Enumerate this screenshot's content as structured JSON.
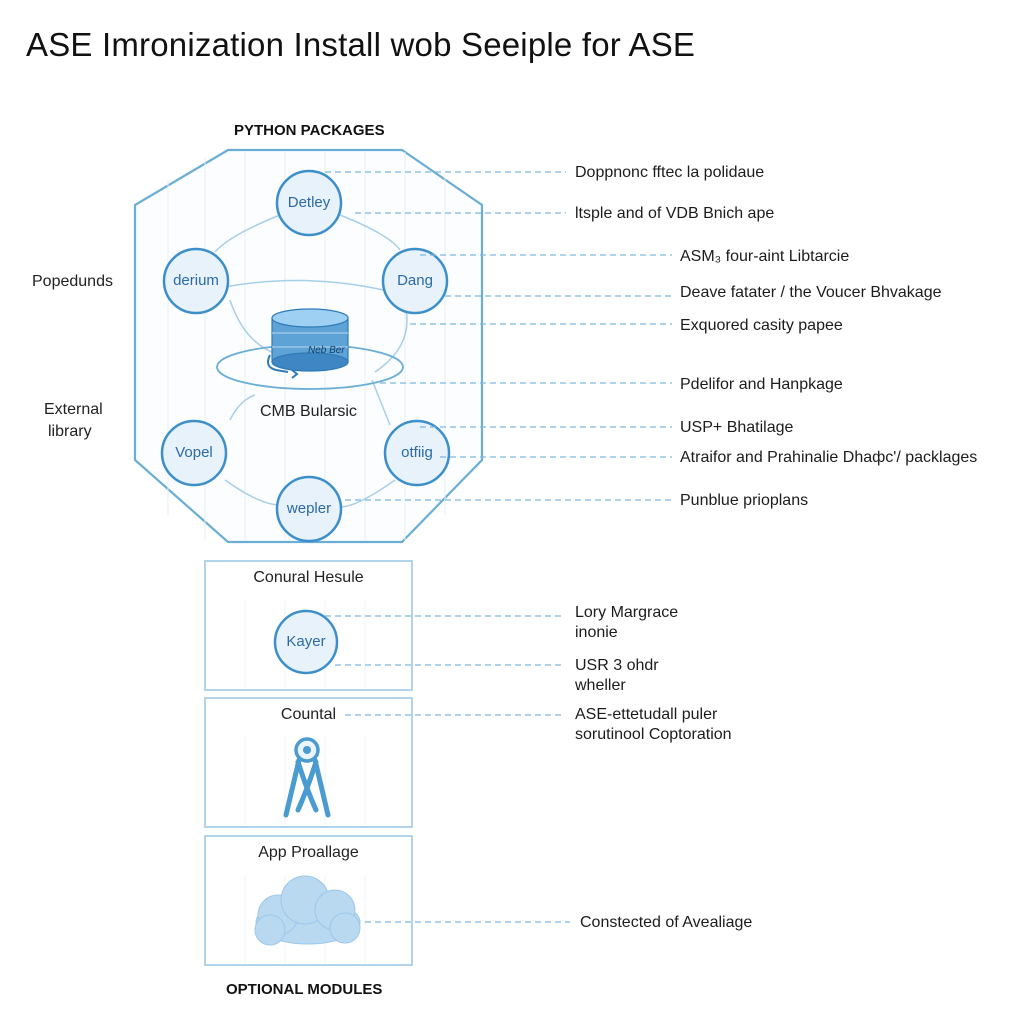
{
  "title": "ASE Imronization Install wob Seeiple for ASE",
  "top_section": {
    "heading": "PYTHON PACKAGES",
    "nodes": [
      "Detley",
      "derium",
      "Dang",
      "Vopel",
      "otfiig",
      "wepler"
    ],
    "center_label": "CMB Bularsic",
    "db_label": "Neb Ber"
  },
  "side_labels": {
    "popedunds": "Popedunds",
    "external": "External",
    "library": "library"
  },
  "annotations_top": [
    "Doppnonc fftec la polidaue",
    "ltsple and of VDB Bnich ape",
    "ASM₃ four-aint Libtarcie",
    "Deave fatater  / the Voucer Bhvakage",
    "Exquored casity papee",
    "Pdelifor and Hanpkage",
    "USP+ Bhatilage",
    "Atraifor and Prahinalie Dhaфс'/ packlages",
    "Punblue prioplans"
  ],
  "bottom_boxes": {
    "box1": {
      "title": "Conural Hesule",
      "node": "Kayer",
      "annotations": [
        "Lory Margrace",
        "inonie",
        "USR 3 ohdr",
        "wheller"
      ]
    },
    "box2": {
      "title": "Countal",
      "annotations": [
        "ASE-ettetudall puler",
        "sorutinool Coptoration"
      ]
    },
    "box3": {
      "title": "App Proallage",
      "annotations": [
        "Constected of Avealiage"
      ]
    }
  },
  "footer_heading": "OPTIONAL MODULES",
  "colors": {
    "line": "#6aaed6",
    "node_fill": "#e6f1fa",
    "node_stroke": "#3c8fc8",
    "dashed": "#7cb7dd",
    "box_stroke": "#a9cfe8"
  },
  "icons": [
    "database-icon",
    "ribbon-icon",
    "cloud-icon"
  ]
}
